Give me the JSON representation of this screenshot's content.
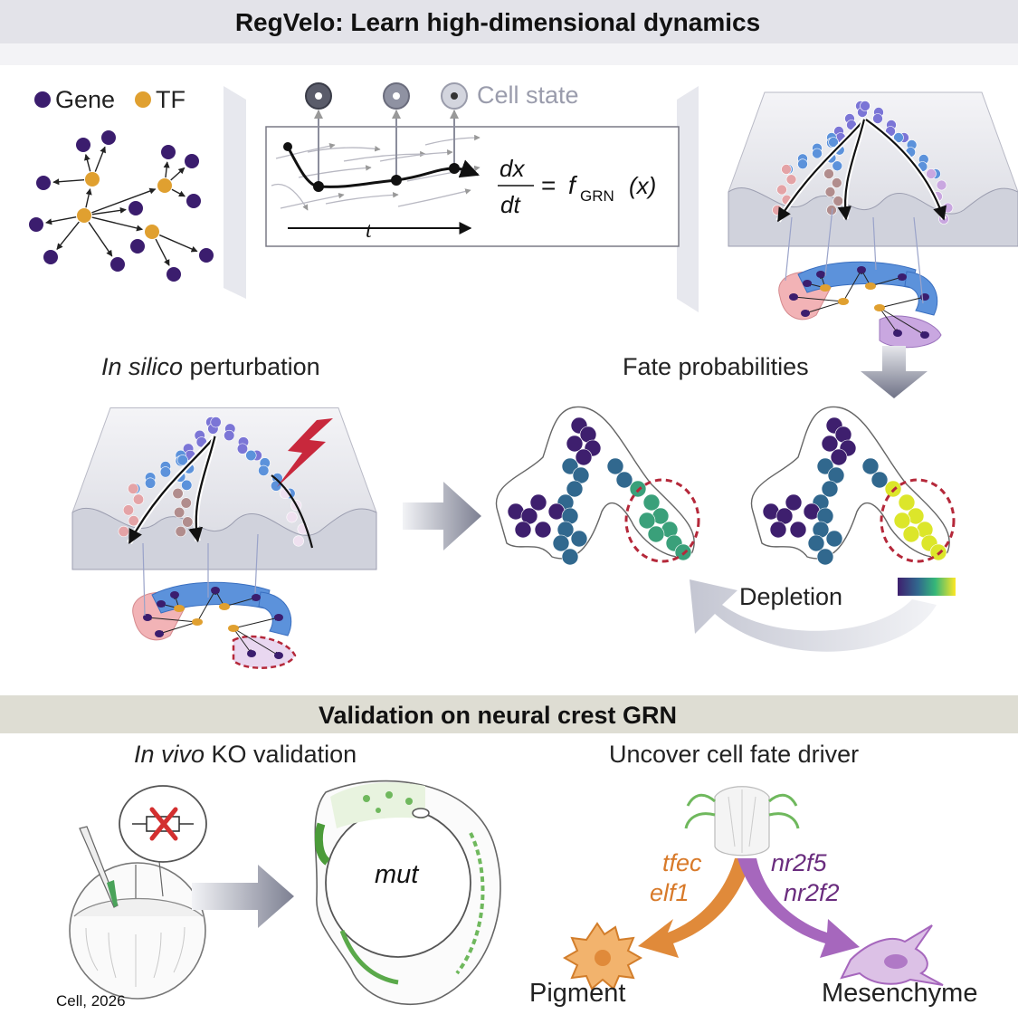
{
  "header": {
    "title": "RegVelo: Learn high-dimensional dynamics",
    "section2_title": "Validation on neural crest GRN"
  },
  "legend": {
    "gene": "Gene",
    "tf": "TF",
    "cell_state": "Cell state"
  },
  "equation": {
    "dx": "dx",
    "dt": "dt",
    "rhs_f": "f",
    "rhs_sub": "GRN",
    "rhs_arg": "(x)",
    "time": "t"
  },
  "perturbation": {
    "title_italic": "In silico",
    "title_rest": " perturbation"
  },
  "fate": {
    "title": "Fate probabilities",
    "depletion": "Depletion"
  },
  "validation": {
    "title_italic": "In vivo",
    "title_rest": " KO validation",
    "mut_label": "mut",
    "driver_title": "Uncover cell fate driver",
    "genes_left": [
      "tfec",
      "elf1"
    ],
    "genes_right": [
      "nr2f5",
      "nr2f2"
    ],
    "fate_left": "Pigment",
    "fate_right": "Mesenchyme"
  },
  "citation": "Cell, 2026",
  "colors": {
    "gene": "#3b1d6e",
    "tf": "#e0a030",
    "header_band": "#e2e2e8",
    "section_band": "#dedbd0",
    "pigment": "#e08a3a",
    "mesenchyme": "#9c5fb5",
    "ko_dash": "#b5283a"
  }
}
